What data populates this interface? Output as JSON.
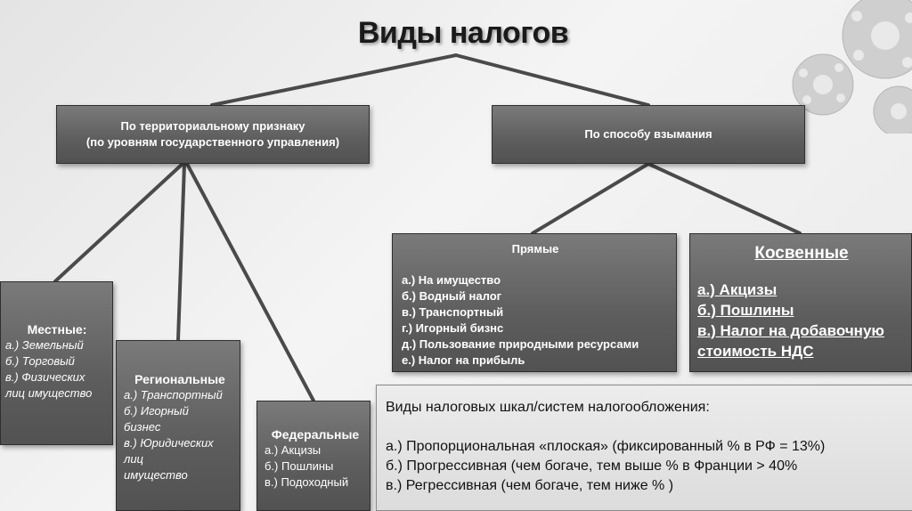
{
  "title": "Виды налогов",
  "territorial": {
    "line1": "По территориальному признаку",
    "line2": "(по уровням государственного управления)"
  },
  "method": {
    "title": "По способу взымания"
  },
  "local": {
    "title": "Местные:",
    "items": [
      "а.) Земельный",
      "б.) Торговый",
      "в.) Физических",
      "лиц имущество"
    ]
  },
  "regional": {
    "title": "Региональные",
    "items": [
      "а.) Транспортный",
      "б.) Игорный",
      "бизнес",
      "в.) Юридических",
      "лиц",
      "имущество"
    ]
  },
  "federal": {
    "title": "Федеральные",
    "items": [
      "а.) Акцизы",
      "б.) Пошлины",
      "в.) Подоходный"
    ]
  },
  "direct": {
    "title": "Прямые",
    "items": [
      "а.) На имущество",
      "б.) Водный налог",
      "в.) Транспортный",
      "г.) Игорный бизнс",
      "д.) Пользование природными ресурсами",
      "е.) Налог на прибыль"
    ]
  },
  "indirect": {
    "title": "Косвенные",
    "items": [
      "а.) Акцизы",
      "б.) Пошлины",
      "в.) Налог на добавочную",
      "стоимость НДС"
    ]
  },
  "scales": {
    "title": "Виды налоговых шкал/систем налогообложения:",
    "items": [
      "а.) Пропорциональная «плоская» (фиксированный % в РФ = 13%)",
      "б.) Прогрессивная (чем богаче, тем выше % в Франции > 40%",
      "в.) Регрессивная (чем богаче, тем ниже %  )"
    ]
  },
  "colors": {
    "box_fill": "#5d5d5d",
    "connector": "#4a4a4a",
    "background": "#eeeeee",
    "scales_fill": "#e4e4e4"
  },
  "decor": {
    "icon": "gears-icon"
  }
}
